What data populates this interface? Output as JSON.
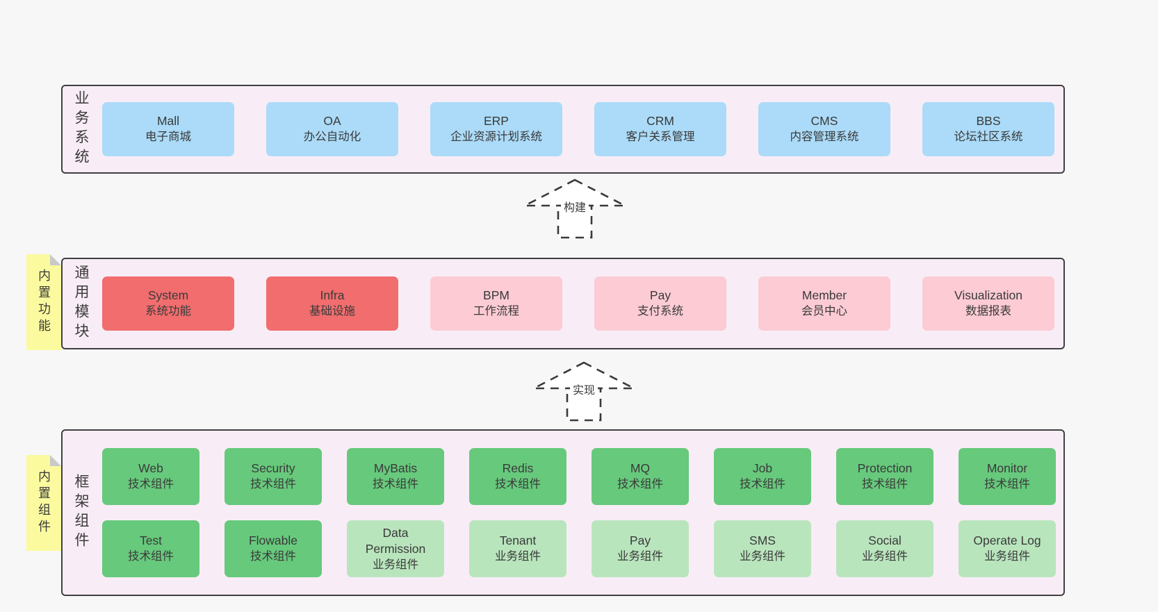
{
  "layers": {
    "business": {
      "side_label": "业务系统",
      "boxes": [
        {
          "name": "Mall",
          "desc": "电子商城",
          "variant": "blue"
        },
        {
          "name": "OA",
          "desc": "办公自动化",
          "variant": "blue"
        },
        {
          "name": "ERP",
          "desc": "企业资源计划系统",
          "variant": "blue"
        },
        {
          "name": "CRM",
          "desc": "客户关系管理",
          "variant": "blue"
        },
        {
          "name": "CMS",
          "desc": "内容管理系统",
          "variant": "blue"
        },
        {
          "name": "BBS",
          "desc": "论坛社区系统",
          "variant": "blue"
        }
      ]
    },
    "modules": {
      "side_label": "通用模块",
      "tag": "内置功能",
      "boxes": [
        {
          "name": "System",
          "desc": "系统功能",
          "variant": "red"
        },
        {
          "name": "Infra",
          "desc": "基础设施",
          "variant": "red"
        },
        {
          "name": "BPM",
          "desc": "工作流程",
          "variant": "pink"
        },
        {
          "name": "Pay",
          "desc": "支付系统",
          "variant": "pink"
        },
        {
          "name": "Member",
          "desc": "会员中心",
          "variant": "pink"
        },
        {
          "name": "Visualization",
          "desc": "数据报表",
          "variant": "pink"
        }
      ]
    },
    "components": {
      "side_label": "框架组件",
      "tag": "内置组件",
      "boxes": [
        {
          "name": "Web",
          "desc": "技术组件",
          "variant": "green"
        },
        {
          "name": "Security",
          "desc": "技术组件",
          "variant": "green"
        },
        {
          "name": "MyBatis",
          "desc": "技术组件",
          "variant": "green"
        },
        {
          "name": "Redis",
          "desc": "技术组件",
          "variant": "green"
        },
        {
          "name": "MQ",
          "desc": "技术组件",
          "variant": "green"
        },
        {
          "name": "Job",
          "desc": "技术组件",
          "variant": "green"
        },
        {
          "name": "Protection",
          "desc": "技术组件",
          "variant": "green"
        },
        {
          "name": "Monitor",
          "desc": "技术组件",
          "variant": "green"
        },
        {
          "name": "Test",
          "desc": "技术组件",
          "variant": "green"
        },
        {
          "name": "Flowable",
          "desc": "技术组件",
          "variant": "green"
        },
        {
          "name": "Data Permission",
          "desc": "业务组件",
          "variant": "green-light"
        },
        {
          "name": "Tenant",
          "desc": "业务组件",
          "variant": "green-light"
        },
        {
          "name": "Pay",
          "desc": "业务组件",
          "variant": "green-light"
        },
        {
          "name": "SMS",
          "desc": "业务组件",
          "variant": "green-light"
        },
        {
          "name": "Social",
          "desc": "业务组件",
          "variant": "green-light"
        },
        {
          "name": "Operate Log",
          "desc": "业务组件",
          "variant": "green-light"
        }
      ]
    }
  },
  "arrows": [
    {
      "label": "构建"
    },
    {
      "label": "实现"
    }
  ],
  "colors": {
    "canvas_bg": "#f7f7f7",
    "layer_bg": "#f8edf6",
    "layer_border": "#3f3f3f",
    "blue_box": "#abdbf8",
    "red_box": "#f16d6e",
    "pink_box": "#fccbd4",
    "green_box": "#67c97c",
    "green_light_box": "#b9e5bd",
    "tag_yellow": "#fbfa9f",
    "fold_gray": "#c9c9c9",
    "text": "#3a3a3a"
  }
}
